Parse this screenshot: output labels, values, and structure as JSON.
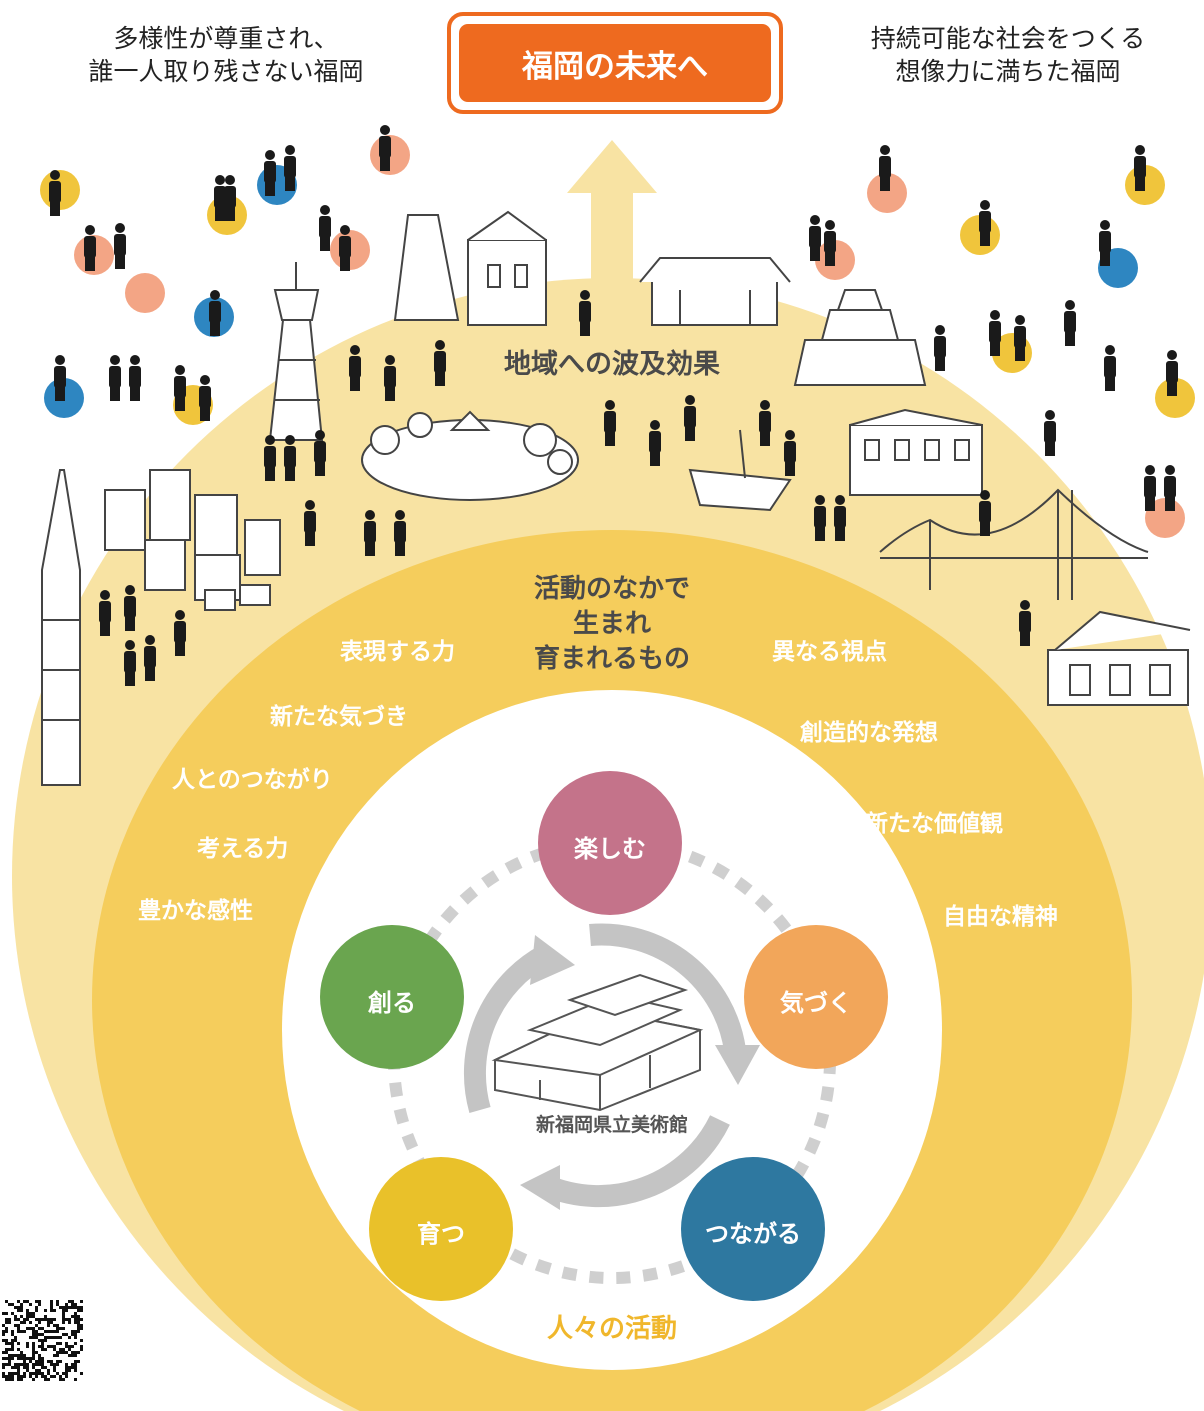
{
  "header": {
    "left_caption": [
      "多様性が尊重され、",
      "誰一人取り残さない福岡"
    ],
    "title": "福岡の未来へ",
    "right_caption": [
      "持続可能な社会をつくる",
      "想像力に満ちた福岡"
    ]
  },
  "regional": {
    "label": "地域への波及効果"
  },
  "inner": {
    "label": [
      "活動のなかで",
      "生まれ",
      "育まれるもの"
    ],
    "left_words": [
      "表現する力",
      "新たな気づき",
      "人とのつながり",
      "考える力",
      "豊かな感性"
    ],
    "right_words": [
      "異なる視点",
      "創造的な発想",
      "新たな価値観",
      "自由な精神"
    ]
  },
  "core": {
    "museum": "新福岡県立美術館",
    "activities_label": "人々の活動",
    "circles": [
      {
        "label": "楽しむ",
        "color": "#c4738a"
      },
      {
        "label": "気づく",
        "color": "#f2a65a"
      },
      {
        "label": "つながる",
        "color": "#2e78a0"
      },
      {
        "label": "育つ",
        "color": "#e9c12a"
      },
      {
        "label": "創る",
        "color": "#6aa54f"
      }
    ]
  },
  "colors": {
    "title": "#ee6a1f",
    "outer_band": "#f8e3a3",
    "middle_band": "#f5cd5c",
    "arrow": "#f8e3a3",
    "activities_label": "#f0b72c",
    "dashes": "#cfcfcf"
  },
  "icons": [
    "person-silhouette-icon",
    "building-sketch-icon",
    "bridge-sketch-icon",
    "castle-sketch-icon",
    "tower-sketch-icon",
    "museum-building-icon",
    "cycle-arrow-icon",
    "qr-code-icon"
  ]
}
